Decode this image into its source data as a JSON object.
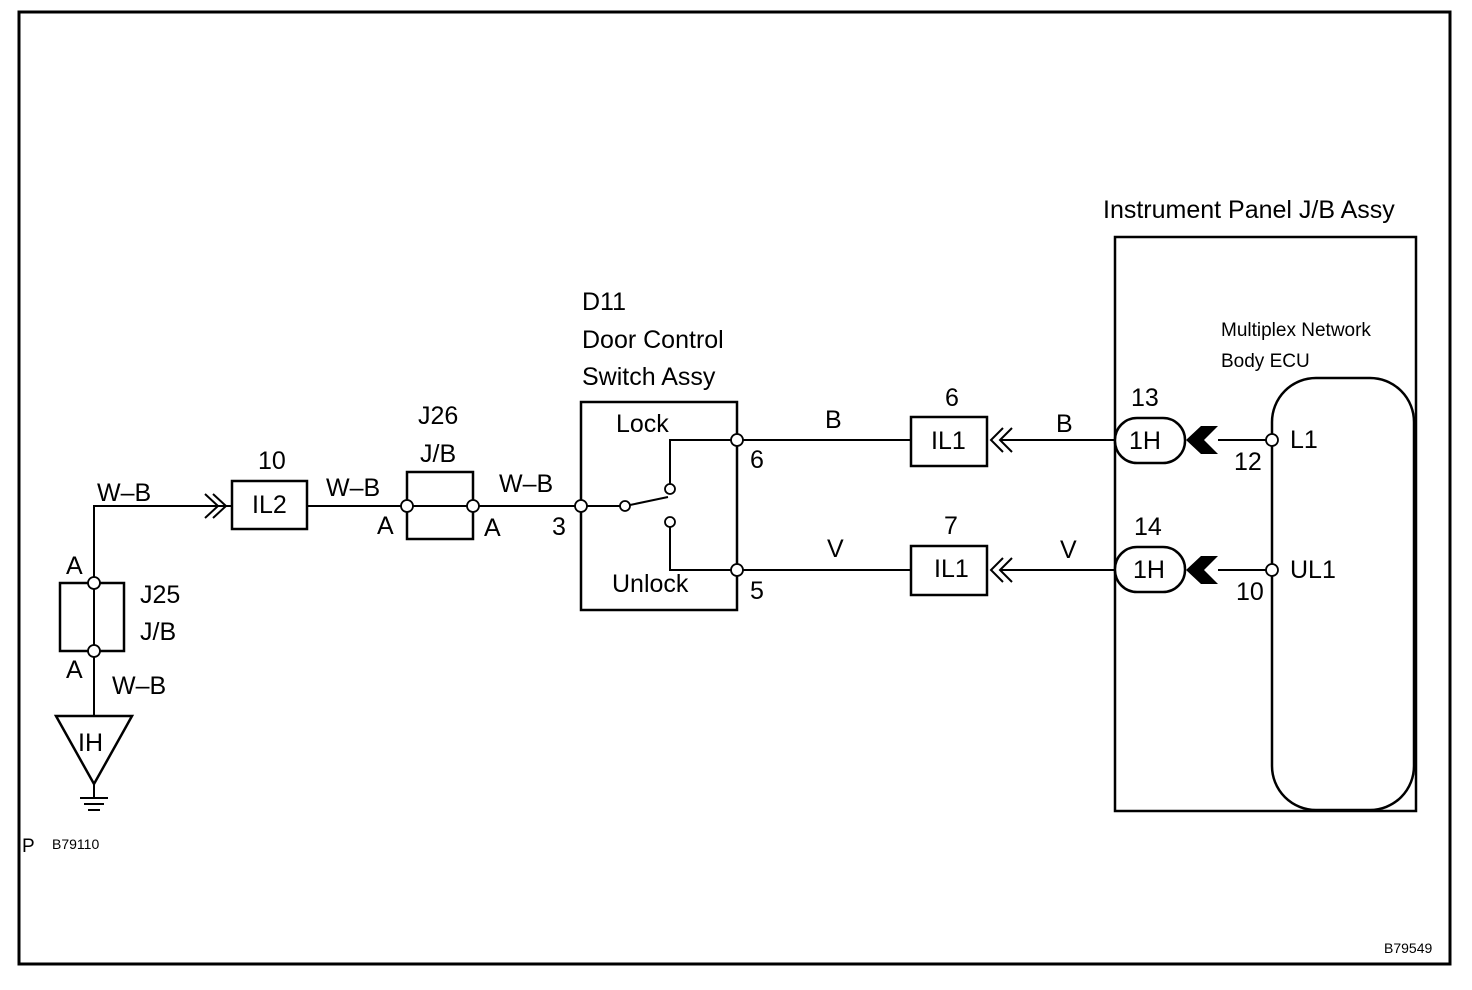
{
  "figure_code": "B79549",
  "inset_code": "B79110",
  "inset_prefix": "P",
  "ground": {
    "label": "IH"
  },
  "j25": {
    "name": "J25",
    "type": "J/B",
    "top_pin": "A",
    "bottom_pin": "A"
  },
  "wires": {
    "wb1": "W–B",
    "wb2": "W–B",
    "wb3": "W–B",
    "wb4": "W–B",
    "b1": "B",
    "b2": "B",
    "v1": "V",
    "v2": "V"
  },
  "il2": {
    "label": "IL2",
    "pin": "10"
  },
  "j26": {
    "name": "J26",
    "type": "J/B",
    "left_pin": "A",
    "right_pin": "A"
  },
  "switch": {
    "code": "D11",
    "line1": "Door Control",
    "line2": "Switch Assy",
    "lock": "Lock",
    "unlock": "Unlock",
    "pin_common": "3",
    "pin_lock": "6",
    "pin_unlock": "5"
  },
  "il1_top": {
    "label": "IL1",
    "pin": "6"
  },
  "il1_bottom": {
    "label": "IL1",
    "pin": "7"
  },
  "jb_assy": {
    "title": "Instrument Panel J/B Assy",
    "conn_top": {
      "label": "1H",
      "pin": "13"
    },
    "conn_bottom": {
      "label": "1H",
      "pin": "14"
    }
  },
  "ecu": {
    "line1": "Multiplex Network",
    "line2": "Body ECU",
    "l1": "L1",
    "l1_pin": "12",
    "ul1": "UL1",
    "ul1_pin": "10"
  }
}
